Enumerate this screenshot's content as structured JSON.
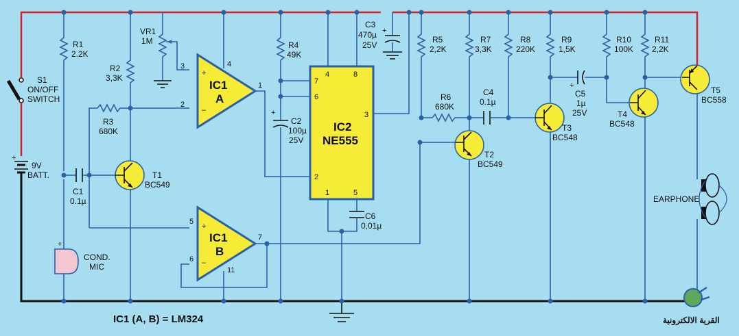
{
  "components": {
    "r1": {
      "name": "R1",
      "value": "2.2K"
    },
    "r2": {
      "name": "R2",
      "value": "3,3K"
    },
    "r3": {
      "name": "R3",
      "value": "680K"
    },
    "r4": {
      "name": "R4",
      "value": "49K"
    },
    "r5": {
      "name": "R5",
      "value": "2,2K"
    },
    "r6": {
      "name": "R6",
      "value": "680K"
    },
    "r7": {
      "name": "R7",
      "value": "3,3K"
    },
    "r8": {
      "name": "R8",
      "value": "220K"
    },
    "r9": {
      "name": "R9",
      "value": "1,5K"
    },
    "r10": {
      "name": "R10",
      "value": "100K"
    },
    "r11": {
      "name": "R11",
      "value": "2,2K"
    },
    "vr1": {
      "name": "VR1",
      "value": "1M"
    },
    "c1": {
      "name": "C1",
      "value": "0.1µ"
    },
    "c2": {
      "name": "C2",
      "value": "100µ",
      "voltage": "25V"
    },
    "c3": {
      "name": "C3",
      "value": "470µ",
      "voltage": "25V"
    },
    "c4": {
      "name": "C4",
      "value": "0.1µ"
    },
    "c5": {
      "name": "C5",
      "value": "1µ",
      "voltage": "25V"
    },
    "c6": {
      "name": "C6",
      "value": "0,01µ"
    },
    "t1": {
      "name": "T1",
      "part": "BC549"
    },
    "t2": {
      "name": "T2",
      "part": "BC549"
    },
    "t3": {
      "name": "T3",
      "part": "BC548"
    },
    "t4": {
      "name": "T4",
      "part": "BC548"
    },
    "t5": {
      "name": "T5",
      "part": "BC558"
    },
    "s1": {
      "name": "S1",
      "line1": "ON/OFF",
      "line2": "SWITCH"
    },
    "battery": {
      "line1": "9V",
      "line2": "BATT."
    },
    "mic": {
      "line1": "COND.",
      "line2": "MIC"
    },
    "earphone": {
      "label": "EARPHONE"
    },
    "ic1a": {
      "line1": "IC1",
      "line2": "A"
    },
    "ic1b": {
      "line1": "IC1",
      "line2": "B"
    },
    "ic2": {
      "line1": "IC2",
      "line2": "NE555"
    }
  },
  "pins": {
    "ic1a": {
      "in_plus": "3",
      "in_minus": "2",
      "out": "1",
      "vcc": "4"
    },
    "ic1b": {
      "in_plus": "5",
      "in_minus": "6",
      "out": "7",
      "gnd": "11"
    },
    "ic2": {
      "p4": "4",
      "p8": "8",
      "p7": "7",
      "p6": "6",
      "p3": "3",
      "p2": "2",
      "p1": "1",
      "p5": "5"
    }
  },
  "footnote": "IC1 (A, B) = LM324",
  "watermark": "القرية الالكترونية",
  "colors": {
    "background": "#a7ddf0",
    "supply_rail": "#d62027",
    "wire": "#2b5fa8",
    "chip_fill": "#f6ec38",
    "ground": "#111111"
  }
}
